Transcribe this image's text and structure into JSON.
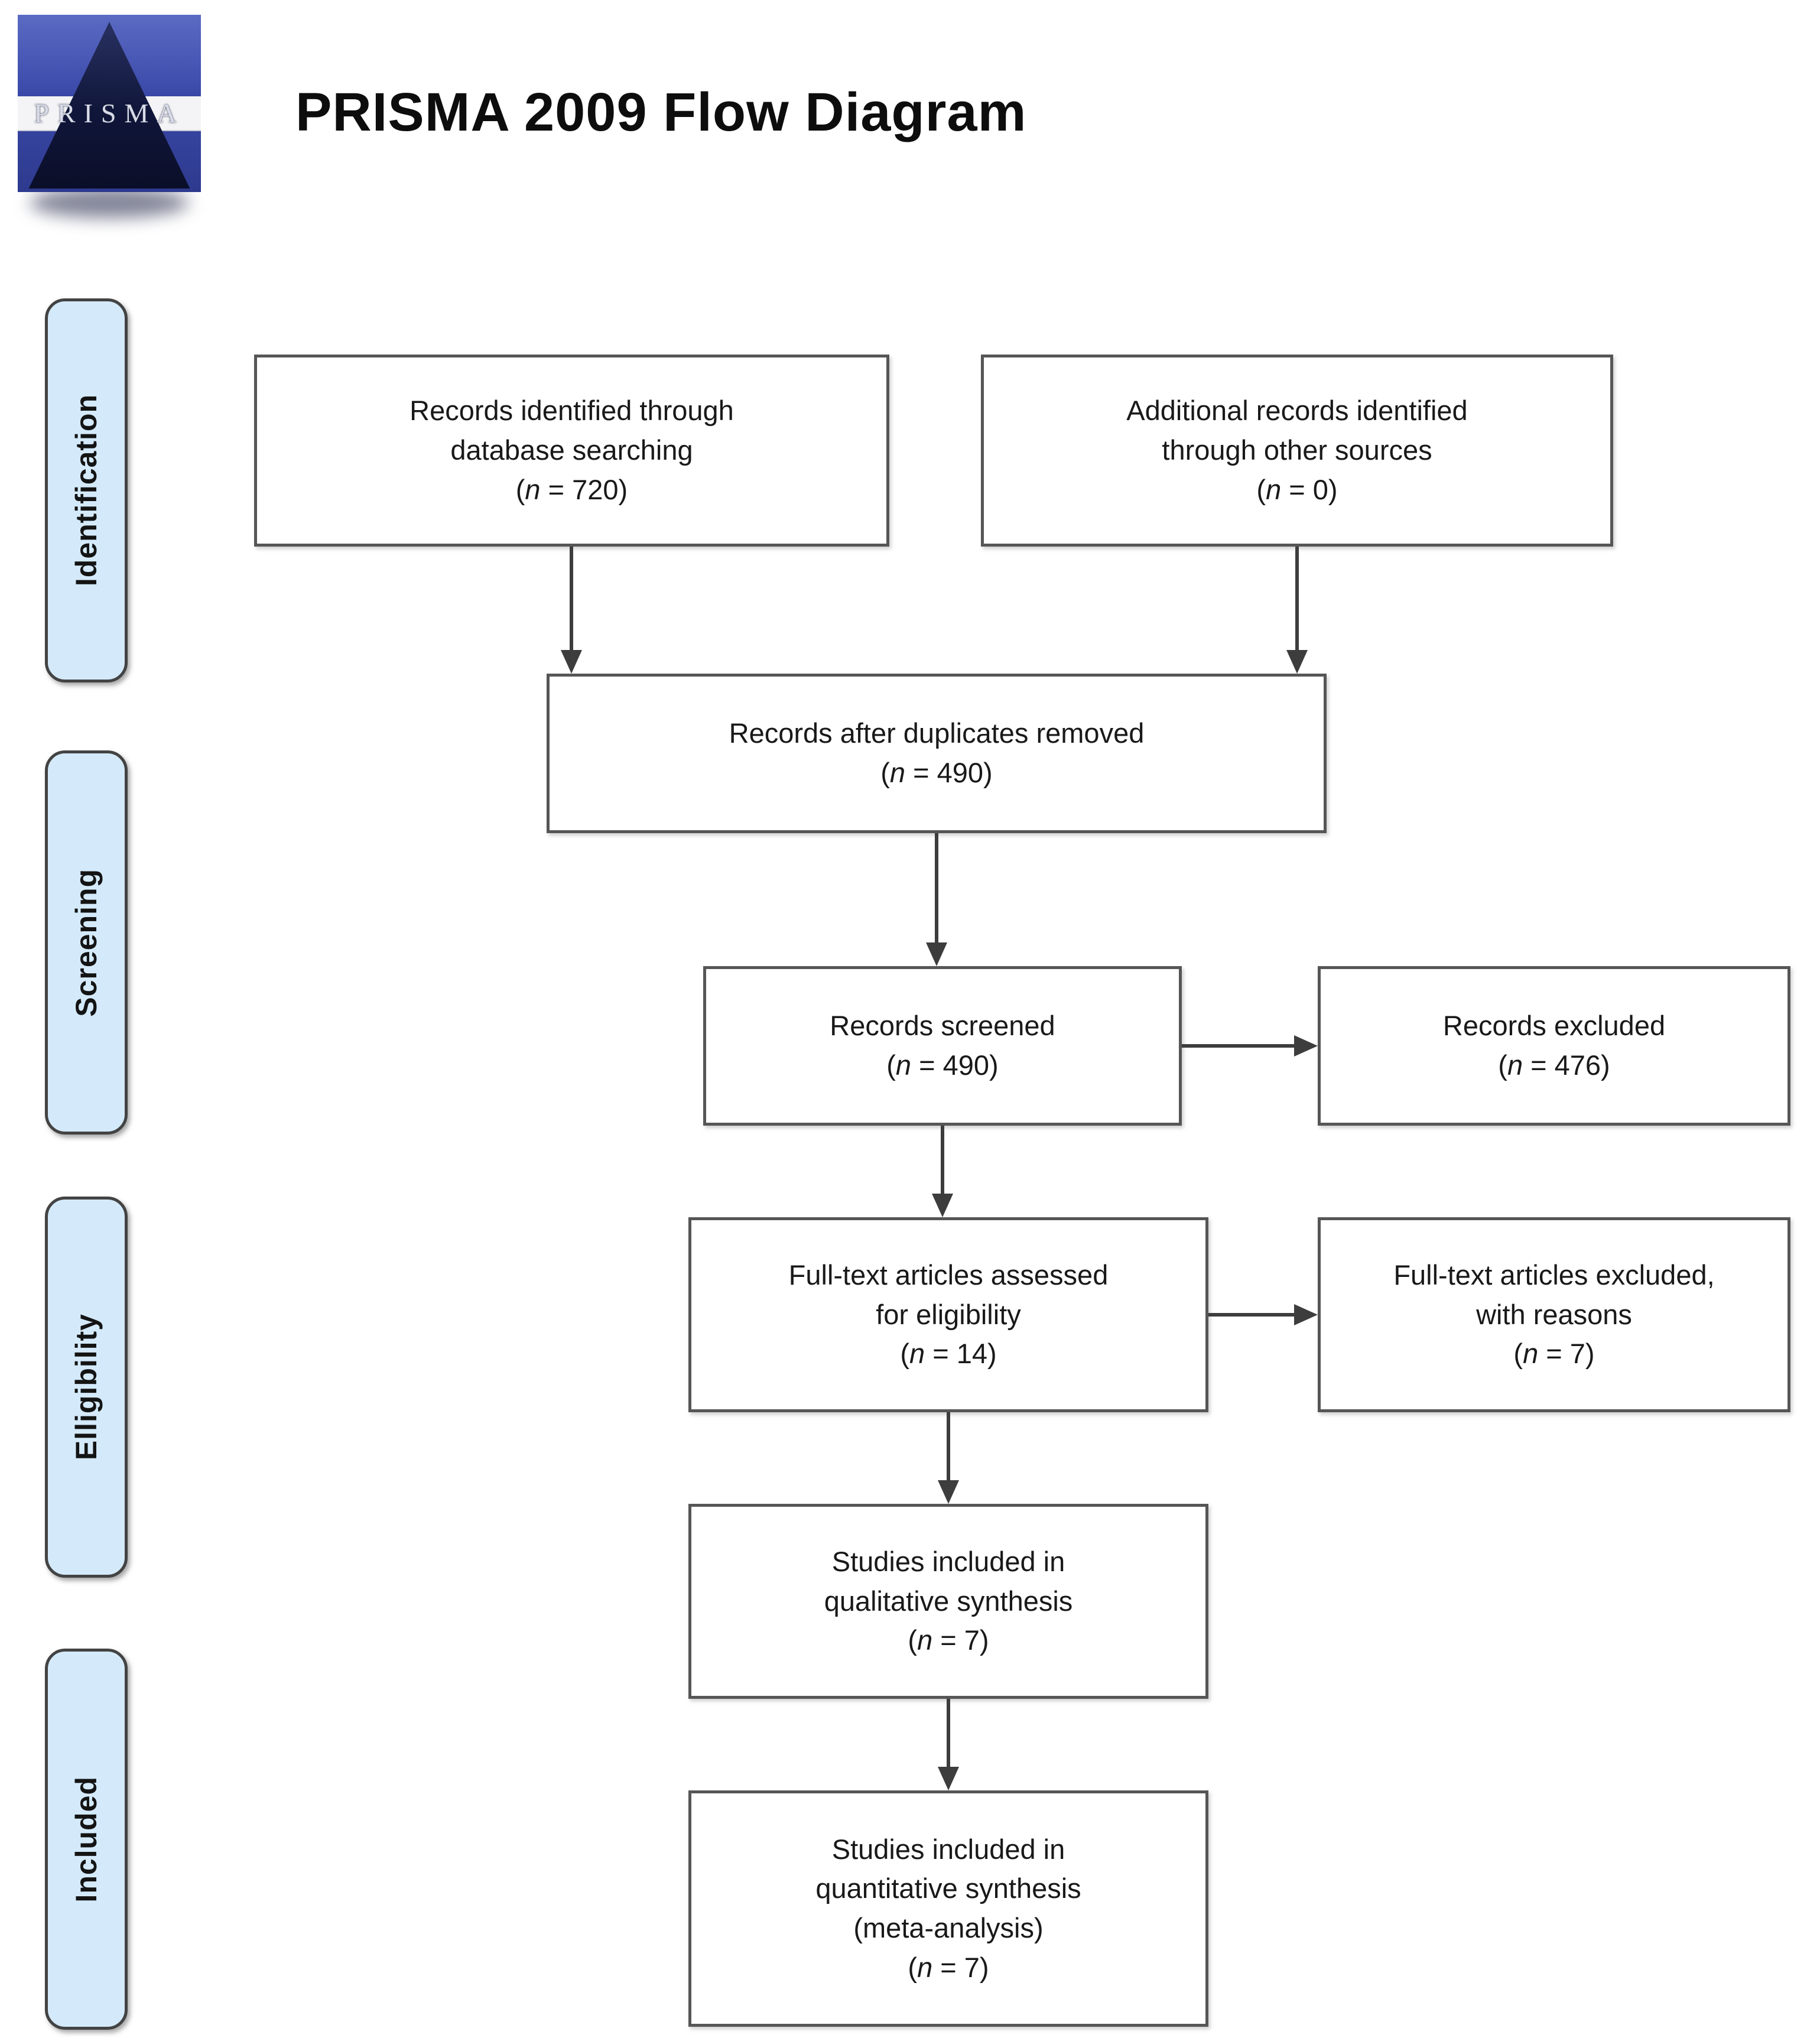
{
  "header": {
    "logo_text": "PRISMA",
    "title": "PRISMA 2009 Flow Diagram"
  },
  "sidebar": {
    "stages": [
      {
        "label": "Identification"
      },
      {
        "label": "Screening"
      },
      {
        "label": "Elligibility"
      },
      {
        "label": "Included"
      }
    ]
  },
  "count_format": {
    "open": "(",
    "symbol": "n",
    "equals": " = ",
    "close": ")"
  },
  "flow": {
    "boxes": [
      {
        "id": "records-identified",
        "lines": [
          "Records identified through",
          "database searching"
        ],
        "n": "720"
      },
      {
        "id": "additional-records",
        "lines": [
          "Additional records identified",
          "through other sources"
        ],
        "n": "0"
      },
      {
        "id": "after-duplicates",
        "lines": [
          "Records after duplicates removed"
        ],
        "n": "490"
      },
      {
        "id": "records-screened",
        "lines": [
          "Records screened"
        ],
        "n": "490"
      },
      {
        "id": "records-excluded",
        "lines": [
          "Records excluded"
        ],
        "n": "476"
      },
      {
        "id": "fulltext-assessed",
        "lines": [
          "Full-text articles assessed",
          "for eligibility"
        ],
        "n": "14"
      },
      {
        "id": "fulltext-excluded",
        "lines": [
          "Full-text articles excluded,",
          "with reasons"
        ],
        "n": "7"
      },
      {
        "id": "qualitative-included",
        "lines": [
          "Studies included in",
          "qualitative synthesis"
        ],
        "n": "7"
      },
      {
        "id": "quantitative-included",
        "lines": [
          "Studies included in",
          "quantitative synthesis",
          "(meta-analysis)"
        ],
        "n": "7"
      }
    ]
  }
}
